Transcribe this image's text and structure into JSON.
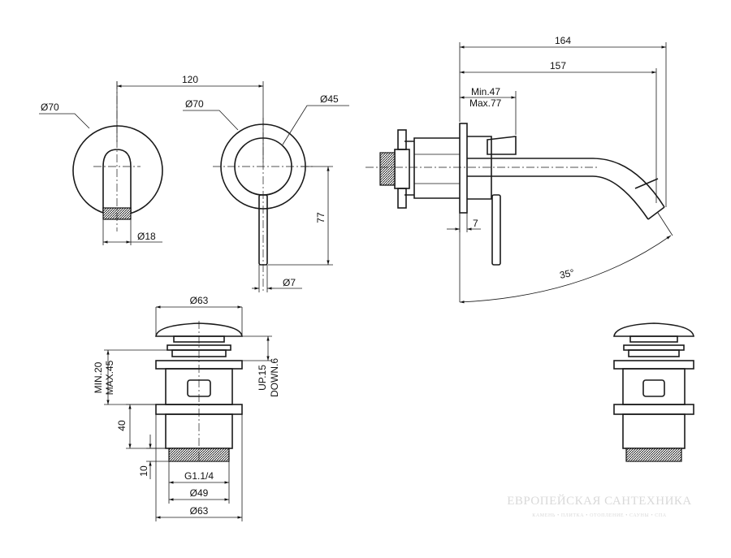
{
  "dimensions": {
    "spout_diameter_label": "Ø70",
    "outlet_diameter_label": "Ø18",
    "centre_distance_label": "120",
    "handle_plate_diameter_label": "Ø70",
    "handle_cap_diameter_label": "Ø45",
    "handle_length_label": "77",
    "lever_diameter_label": "Ø7",
    "total_reach_label": "164",
    "spout_reach_label": "157",
    "wall_min_label": "Min.47",
    "wall_max_label": "Max.77",
    "plate_thickness_label": "7",
    "angle_label": "35°",
    "drain_top_label": "Ø63",
    "drain_min_label": "MIN.20",
    "drain_max_label": "MAX.45",
    "drain_up_label": "UP.15",
    "drain_down_label": "DOWN.6",
    "drain_height_label": "40",
    "drain_thread_height_label": "10",
    "drain_thread_label": "G1.1/4",
    "drain_thread_diameter_label": "Ø49",
    "drain_bottom_label": "Ø63"
  },
  "watermark": {
    "line1": "ЕВРОПЕЙСКАЯ САНТЕХНИКА",
    "line2": "КАМЕНЬ • ПЛИТКА • ОТОПЛЕНИЕ • САУНЫ • СПА"
  }
}
